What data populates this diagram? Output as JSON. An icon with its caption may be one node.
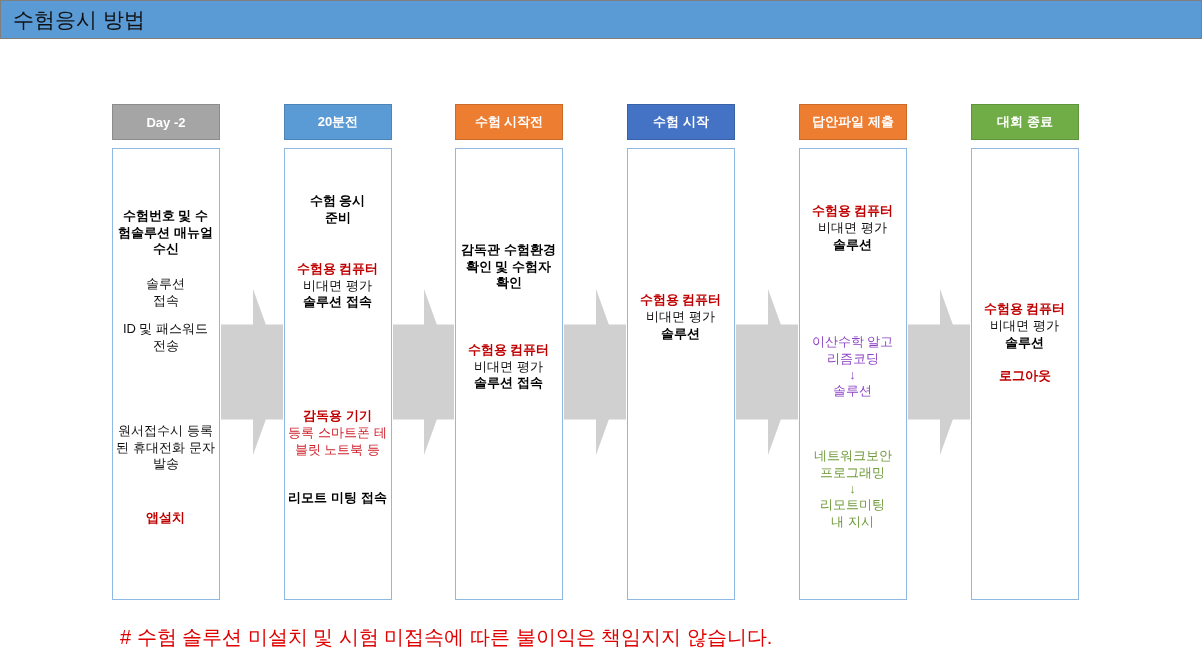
{
  "diagram": {
    "title": "수험응시 방법",
    "caption": "# 수험 솔루션 미설치 및 시험 미접속에 따른 불이익은 책임지지 않습니다.",
    "nodes": [
      {
        "text": [
          "Day -2"
        ]
      },
      {
        "text": [
          "수험번호 및 수험솔루션 매뉴얼 수신",
          "솔루션 접속",
          "ID 및 패스워드 전송",
          "원서접수시 등록된 휴대전화 문자 발송",
          "앱설치"
        ]
      },
      {
        "text": [
          "20분전"
        ]
      },
      {
        "text": [
          "수험 응시 준비",
          "수험용 컴퓨터",
          "비대면 평가",
          "솔루션 접속",
          "감독용 기기",
          "등록 스마트폰 테블릿 노트북 등",
          "리모트 미팅 접속"
        ]
      },
      {
        "text": [
          "수험 시작전"
        ]
      },
      {
        "text": [
          "감독관 수험환경 확인 및 수험자 확인",
          "수험용 컴퓨터",
          "비대면 평가",
          "솔루션 접속"
        ]
      },
      {
        "text": [
          "수험 시작"
        ]
      },
      {
        "text": [
          "수험용 컴퓨터",
          "비대면 평가",
          "솔루션"
        ]
      },
      {
        "text": [
          "답안파일 제출"
        ]
      },
      {
        "text": [
          "수험용 컴퓨터",
          "비대면 평가",
          "솔루션",
          "이산수학 알고리즘코딩",
          "↓",
          "솔루션",
          "네트워크보안 프로그래밍",
          "↓",
          "리모트미팅 내 지시"
        ]
      },
      {
        "text": [
          "대회 종료"
        ]
      },
      {
        "text": [
          "수험용 컴퓨터",
          "비대면 평가",
          "솔루션",
          "로그아웃"
        ]
      }
    ],
    "edges": [
      {
        "from": 1,
        "to": 3,
        "arrow": "to"
      },
      {
        "from": 3,
        "to": 5,
        "arrow": "to"
      },
      {
        "from": 5,
        "to": 7,
        "arrow": "to"
      },
      {
        "from": 7,
        "to": 9,
        "arrow": "to"
      },
      {
        "from": 9,
        "to": 11,
        "arrow": "to"
      }
    ]
  }
}
